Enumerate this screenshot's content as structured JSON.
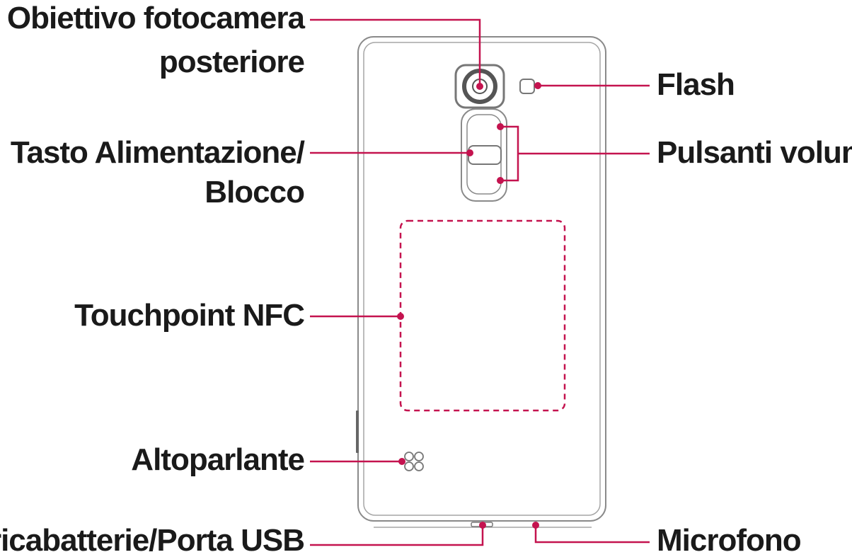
{
  "accent_color": "#c4134f",
  "labels": {
    "camera": [
      "Obiettivo fotocamera",
      "posteriore"
    ],
    "flash": "Flash",
    "power": [
      "Tasto Alimentazione/",
      "Blocco"
    ],
    "volume": "Pulsanti volume",
    "nfc": "Touchpoint NFC",
    "speaker": "Altoparlante",
    "usb": "Caricabatterie/Porta USB",
    "mic": "Microfono"
  },
  "icons": [
    "camera-lens-icon",
    "flash-icon",
    "power-lock-key-icon",
    "volume-key-icon",
    "nfc-area-icon",
    "speaker-icon",
    "usb-port-icon",
    "microphone-icon"
  ]
}
